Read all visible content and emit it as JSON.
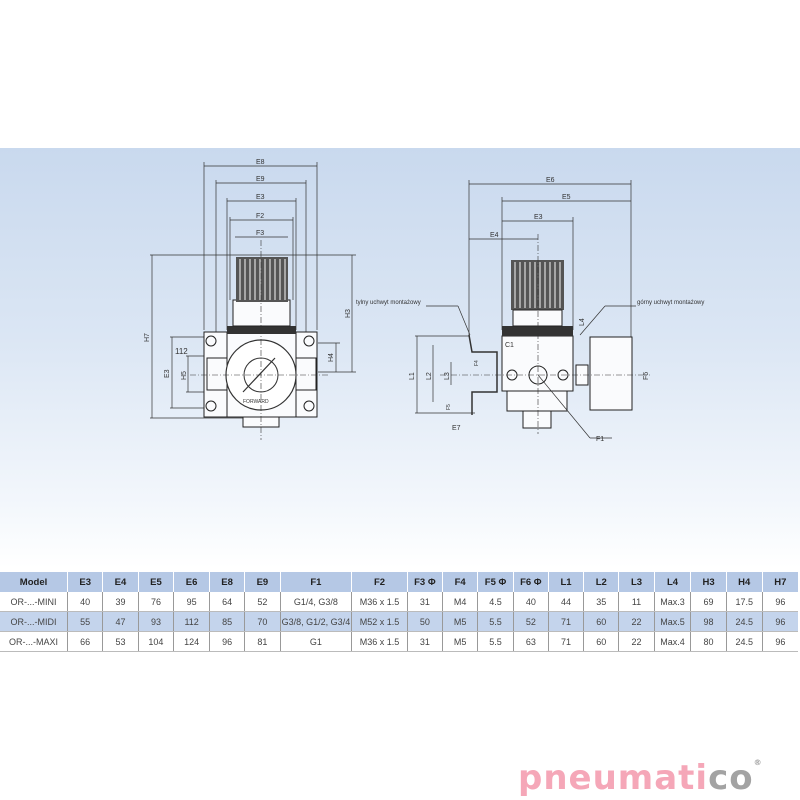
{
  "drawing": {
    "front": {
      "E8": "E8",
      "E9": "E9",
      "E3": "E3",
      "F2": "F2",
      "F3": "F3",
      "H7": "H7",
      "H3": "H3",
      "H4": "H4",
      "H5": "H5",
      "E3_side": "E3",
      "value_112": "112",
      "gauge_brand": "FORWARD"
    },
    "side": {
      "E6": "E6",
      "E5": "E5",
      "E3": "E3",
      "E4": "E4",
      "rear_bracket": "tylny uchwyt montażowy",
      "top_bracket": "górny uchwyt montażowy",
      "L1": "L1",
      "L2": "L2",
      "L3": "L3",
      "L4": "L4",
      "C1": "C1",
      "F6": "F6",
      "F1": "F1",
      "E7": "E7",
      "F4": "F4",
      "F5": "F5"
    }
  },
  "table": {
    "headers": [
      "Model",
      "E3",
      "E4",
      "E5",
      "E6",
      "E8",
      "E9",
      "F1",
      "F2",
      "F3 Φ",
      "F4",
      "F5 Φ",
      "F6 Φ",
      "L1",
      "L2",
      "L3",
      "L4",
      "H3",
      "H4",
      "H7"
    ],
    "rows": [
      [
        "OR-...-MINI",
        "40",
        "39",
        "76",
        "95",
        "64",
        "52",
        "G1/4, G3/8",
        "M36 x 1.5",
        "31",
        "M4",
        "4.5",
        "40",
        "44",
        "35",
        "11",
        "Max.3",
        "69",
        "17.5",
        "96"
      ],
      [
        "OR-...-MIDI",
        "55",
        "47",
        "93",
        "112",
        "85",
        "70",
        "G3/8, G1/2, G3/4",
        "M52 x 1.5",
        "50",
        "M5",
        "5.5",
        "52",
        "71",
        "60",
        "22",
        "Max.5",
        "98",
        "24.5",
        "96"
      ],
      [
        "OR-...-MAXI",
        "66",
        "53",
        "104",
        "124",
        "96",
        "81",
        "G1",
        "M36 x 1.5",
        "31",
        "M5",
        "5.5",
        "63",
        "71",
        "60",
        "22",
        "Max.4",
        "80",
        "24.5",
        "96"
      ]
    ]
  },
  "logo": {
    "text_main": "pneumati",
    "text_accent": "co",
    "mark": "®"
  },
  "colors": {
    "header_bg": "#b5c8e5",
    "alt_row": "#c4d4ec",
    "logo_pink": "#f5a7b8",
    "logo_gray": "#a3a3a3"
  }
}
